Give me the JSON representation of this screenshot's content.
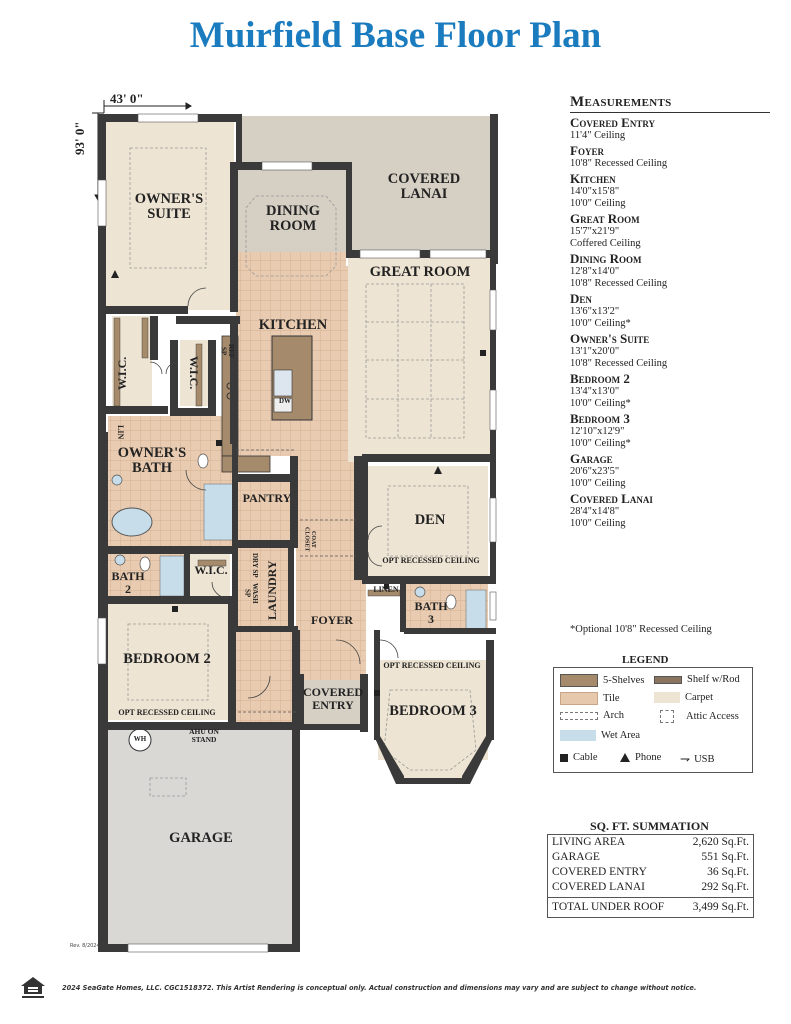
{
  "title": "Muirfield Base Floor Plan",
  "dimensions": {
    "width": "43' 0\"",
    "depth": "93' 0\""
  },
  "rooms": {
    "owners_suite": "OWNER'S SUITE",
    "dining_room": "DINING ROOM",
    "covered_lanai": "COVERED LANAI",
    "great_room": "GREAT ROOM",
    "kitchen": "KITCHEN",
    "wic_1": "W.I.C.",
    "wic_2": "W.I.C.",
    "owners_bath": "OWNER'S BATH",
    "lin": "LIN",
    "pantry": "PANTRY",
    "den": "DEN",
    "den_opt": "OPT RECESSED CEILING",
    "bath2": "BATH 2",
    "wic_3": "W.I.C.",
    "laundry": "LAUNDRY",
    "dry": "DRY SP",
    "wash": "WASH SP",
    "ref": "REF SP",
    "foyer": "FOYER",
    "linen": "LINEN",
    "bath3": "BATH 3",
    "bedroom2": "BEDROOM 2",
    "bedroom2_opt": "OPT RECESSED CEILING",
    "covered_entry": "COVERED ENTRY",
    "bedroom3": "BEDROOM 3",
    "bedroom3_opt": "OPT RECESSED CEILING",
    "garage": "GARAGE",
    "wh": "WH",
    "ahu": "AHU ON STAND",
    "dw": "DW",
    "coat": "COAT CLOSET"
  },
  "measurements": {
    "heading": "Measurements",
    "items": [
      {
        "name": "Covered Entry",
        "lines": [
          "11'4\" Ceiling"
        ]
      },
      {
        "name": "Foyer",
        "lines": [
          "10'8\" Recessed Ceiling"
        ]
      },
      {
        "name": "Kitchen",
        "lines": [
          "14'0\"x15'8\"",
          "10'0\" Ceiling"
        ]
      },
      {
        "name": "Great Room",
        "lines": [
          "15'7\"x21'9\"",
          "Coffered Ceiling"
        ]
      },
      {
        "name": "Dining Room",
        "lines": [
          "12'8\"x14'0\"",
          "10'8\" Recessed Ceiling"
        ]
      },
      {
        "name": "Den",
        "lines": [
          "13'6\"x13'2\"",
          "10'0\" Ceiling*"
        ]
      },
      {
        "name": "Owner's Suite",
        "lines": [
          "13'1\"x20'0\"",
          "10'8\" Recessed Ceiling"
        ]
      },
      {
        "name": "Bedroom 2",
        "lines": [
          "13'4\"x13'0\"",
          "10'0\" Ceiling*"
        ]
      },
      {
        "name": "Bedroom 3",
        "lines": [
          "12'10\"x12'9\"",
          "10'0\" Ceiling*"
        ]
      },
      {
        "name": "Garage",
        "lines": [
          "20'6\"x23'5\"",
          "10'0\" Ceiling"
        ]
      },
      {
        "name": "Covered Lanai",
        "lines": [
          "28'4\"x14'8\"",
          "10'0\" Ceiling"
        ]
      }
    ],
    "note": "*Optional 10'8\" Recessed Ceiling"
  },
  "legend": {
    "title": "LEGEND",
    "shelves": "5-Shelves",
    "shelf_rod": "Shelf w/Rod",
    "tile": "Tile",
    "carpet": "Carpet",
    "arch": "Arch",
    "attic": "Attic Access",
    "wet": "Wet Area",
    "cable": "Cable",
    "phone": "Phone",
    "usb": "USB"
  },
  "sqft": {
    "title": "SQ. FT. SUMMATION",
    "rows": [
      {
        "label": "LIVING AREA",
        "value": "2,620 Sq.Ft."
      },
      {
        "label": "GARAGE",
        "value": "551 Sq.Ft."
      },
      {
        "label": "COVERED ENTRY",
        "value": "36 Sq.Ft."
      },
      {
        "label": "COVERED LANAI",
        "value": "292 Sq.Ft."
      }
    ],
    "total_label": "TOTAL UNDER ROOF",
    "total_value": "3,499 Sq.Ft."
  },
  "footer": "2024 SeaGate Homes, LLC. CGC1518372. This Artist Rendering is conceptual only. Actual construction and dimensions may vary and are subject to change without notice.",
  "revision": "Rev. 8/2024",
  "colors": {
    "title": "#1a7bbf",
    "wall": "#3a3a3a",
    "tile": "#e6c9ad",
    "carpet": "#ede4d3",
    "lanai": "#d5cfc4",
    "garage": "#d9d8d5",
    "shelves": "#a58a6c",
    "wet": "#c7dde9"
  }
}
